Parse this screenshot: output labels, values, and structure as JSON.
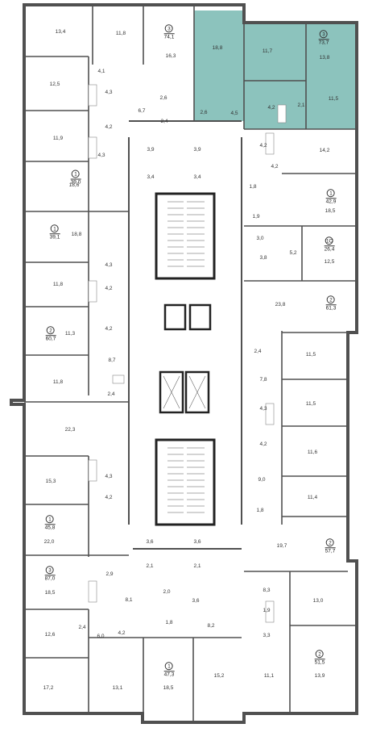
{
  "plan": {
    "highlight_color": "#8cc3bd",
    "room_areas": [
      "13,4",
      "11,8",
      "16,3",
      "18,8",
      "11,7",
      "13,8",
      "12,5",
      "4,1",
      "6,7",
      "2,6",
      "2,4",
      "2,6",
      "4,5",
      "4,2",
      "2,1",
      "11,5",
      "4,3",
      "4,2",
      "11,9",
      "4,3",
      "18,6",
      "3,9",
      "3,9",
      "3,4",
      "3,4",
      "4,2",
      "14,2",
      "4,2",
      "1,8",
      "18,5",
      "1,9",
      "3,0",
      "5,2",
      "12,5",
      "18,8",
      "3,8",
      "4,3",
      "11,8",
      "4,2",
      "23,8",
      "11,3",
      "4,2",
      "2,4",
      "11,5",
      "8,7",
      "7,8",
      "11,8",
      "2,4",
      "11,5",
      "4,3",
      "22,3",
      "4,2",
      "11,6",
      "15,3",
      "4,3",
      "9,0",
      "11,4",
      "4,2",
      "1,8",
      "22,0",
      "19,7",
      "2,9",
      "8,3",
      "13,0",
      "18,5",
      "8,1",
      "2,0",
      "3,6",
      "1,9",
      "2,4",
      "12,6",
      "6,0",
      "4,2",
      "1,8",
      "8,2",
      "3,3",
      "17,2",
      "13,1",
      "18,5",
      "15,2",
      "11,1",
      "13,9",
      "3,6",
      "3,6",
      "2,1",
      "2,1"
    ],
    "apartments": [
      {
        "rooms": "3",
        "area": "74,1"
      },
      {
        "rooms": "3",
        "area": "73,7"
      },
      {
        "rooms": "1",
        "area": "39,0"
      },
      {
        "rooms": "1",
        "area": "42,9"
      },
      {
        "rooms": "1",
        "area": "39,1"
      },
      {
        "rooms": "1С",
        "area": "26,4"
      },
      {
        "rooms": "2",
        "area": "61,3"
      },
      {
        "rooms": "2",
        "area": "60,7"
      },
      {
        "rooms": "1",
        "area": "45,8"
      },
      {
        "rooms": "2",
        "area": "57,7"
      },
      {
        "rooms": "3",
        "area": "87,0"
      },
      {
        "rooms": "2",
        "area": "51,5"
      },
      {
        "rooms": "1",
        "area": "47,3"
      }
    ]
  }
}
